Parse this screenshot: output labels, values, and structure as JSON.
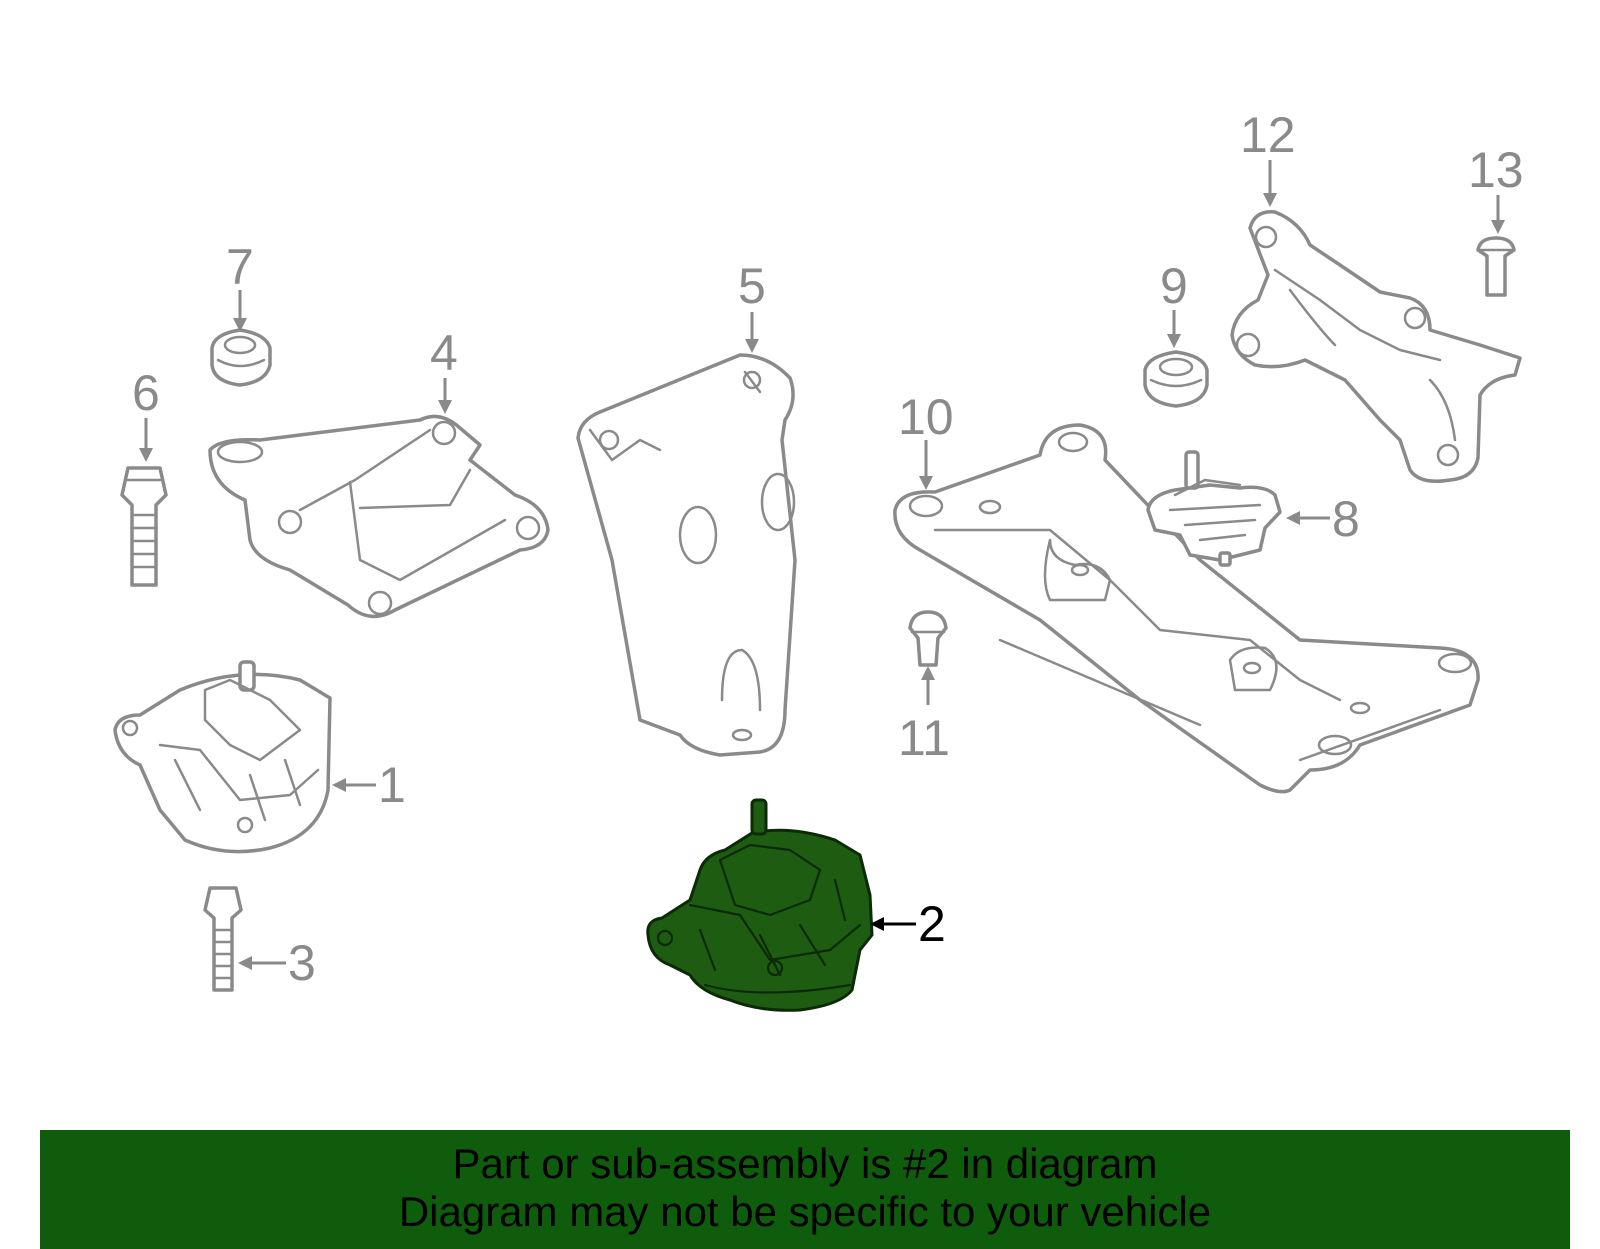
{
  "callouts": {
    "c1": "1",
    "c2": "2",
    "c3": "3",
    "c4": "4",
    "c5": "5",
    "c6": "6",
    "c7": "7",
    "c8": "8",
    "c9": "9",
    "c10": "10",
    "c11": "11",
    "c12": "12",
    "c13": "13"
  },
  "highlighted_part": "2",
  "highlight_color": "#1e5c12",
  "footer": {
    "line1": "Part or sub-assembly is #2 in diagram",
    "line2": "Diagram may not be specific to your vehicle",
    "background_color": "#0f5c0c"
  }
}
